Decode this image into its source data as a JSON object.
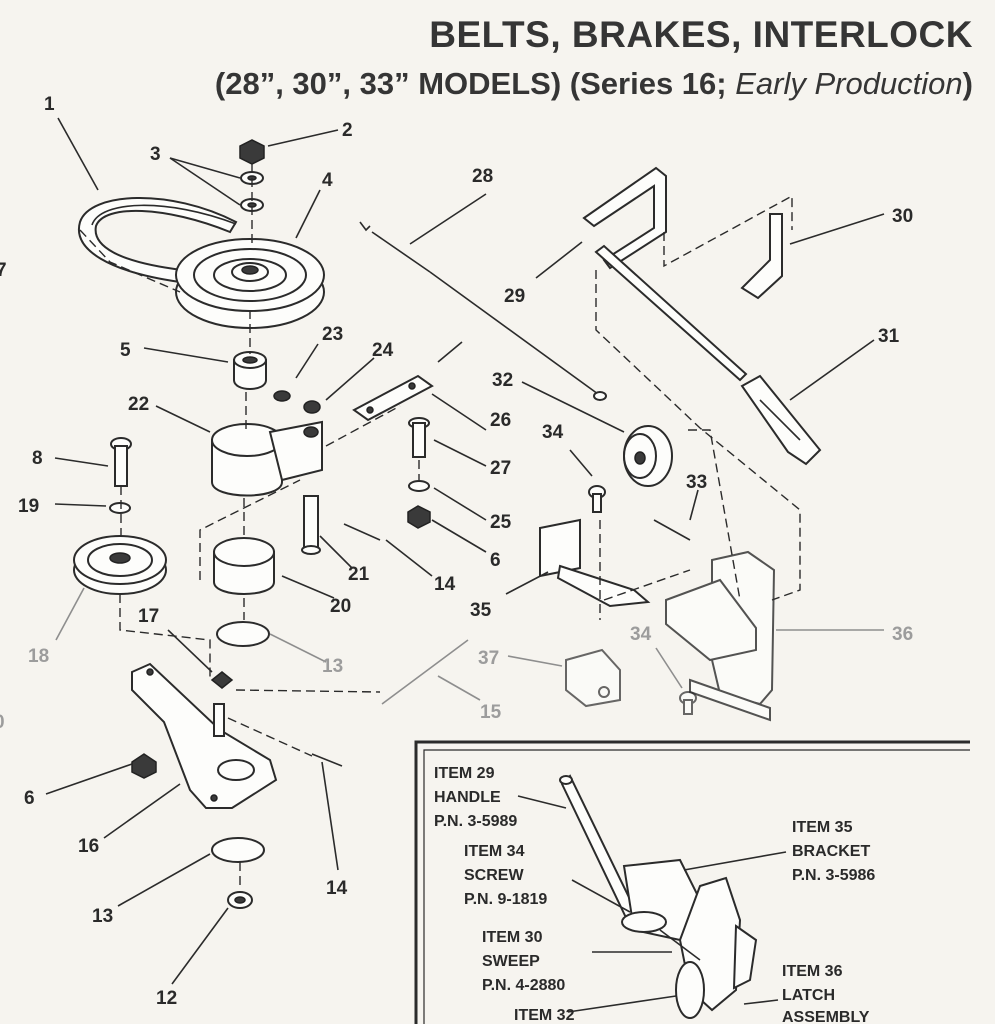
{
  "title": {
    "line1": "BELTS, BRAKES, INTERLOCK",
    "line2_main": "(28”, 30”, 33” MODELS) (Series 16; ",
    "line2_italic": "Early Production",
    "line2_end": ")"
  },
  "callouts": {
    "c1": "1",
    "c2": "2",
    "c3": "3",
    "c4": "4",
    "c5": "5",
    "c6a": "6",
    "c6b": "6",
    "c8": "8",
    "c12": "12",
    "c13a": "13",
    "c13b": "13",
    "c14a": "14",
    "c14b": "14",
    "c15": "15",
    "c16": "16",
    "c17": "17",
    "c18": "18",
    "c19": "19",
    "c20": "20",
    "c21": "21",
    "c22": "22",
    "c23": "23",
    "c24": "24",
    "c25": "25",
    "c26": "26",
    "c27": "27",
    "c28": "28",
    "c29": "29",
    "c30": "30",
    "c31": "31",
    "c32": "32",
    "c33": "33",
    "c34a": "34",
    "c34b": "34",
    "c35": "35",
    "c36": "36",
    "c37": "37",
    "edge7": "7",
    "edge0": "0"
  },
  "inset": {
    "item29": {
      "label": "ITEM 29",
      "name": "HANDLE",
      "pn": "P.N. 3-5989"
    },
    "item34": {
      "label": "ITEM 34",
      "name": "SCREW",
      "pn": "P.N. 9-1819"
    },
    "item30": {
      "label": "ITEM 30",
      "name": "SWEEP",
      "pn": "P.N. 4-2880"
    },
    "item32": {
      "label": "ITEM 32"
    },
    "item35": {
      "label": "ITEM 35",
      "name": "BRACKET",
      "pn": "P.N. 3-5986"
    },
    "item36": {
      "label": "ITEM 36",
      "name": "LATCH",
      "name2": "ASSEMBLY"
    }
  }
}
